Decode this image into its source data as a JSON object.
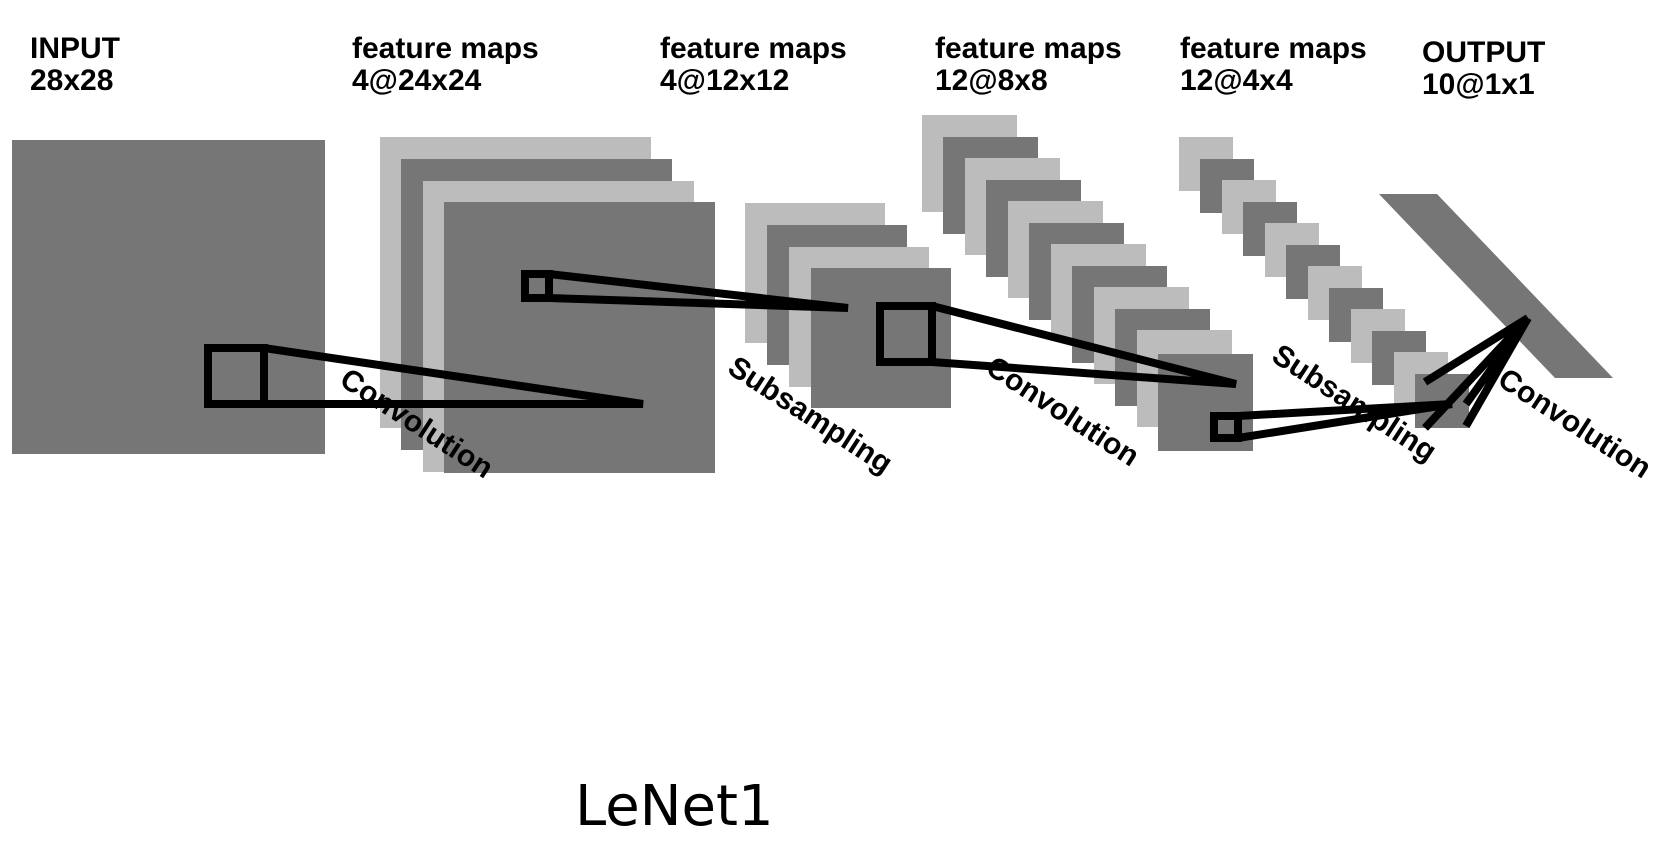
{
  "layers": [
    {
      "title": "INPUT",
      "shape": "28x28"
    },
    {
      "title": "feature maps",
      "shape": "4@24x24"
    },
    {
      "title": "feature maps",
      "shape": "4@12x12"
    },
    {
      "title": "feature maps",
      "shape": "12@8x8"
    },
    {
      "title": "feature maps",
      "shape": "12@4x4"
    },
    {
      "title": "OUTPUT",
      "shape": "10@1x1"
    }
  ],
  "operations": [
    "Convolution",
    "Subsampling",
    "Convolution",
    "Subsampling",
    "Convolution"
  ],
  "caption": "LeNet1",
  "colors": {
    "dark_map": "#767676",
    "light_map": "#bcbcbc",
    "connector": "#000000"
  }
}
